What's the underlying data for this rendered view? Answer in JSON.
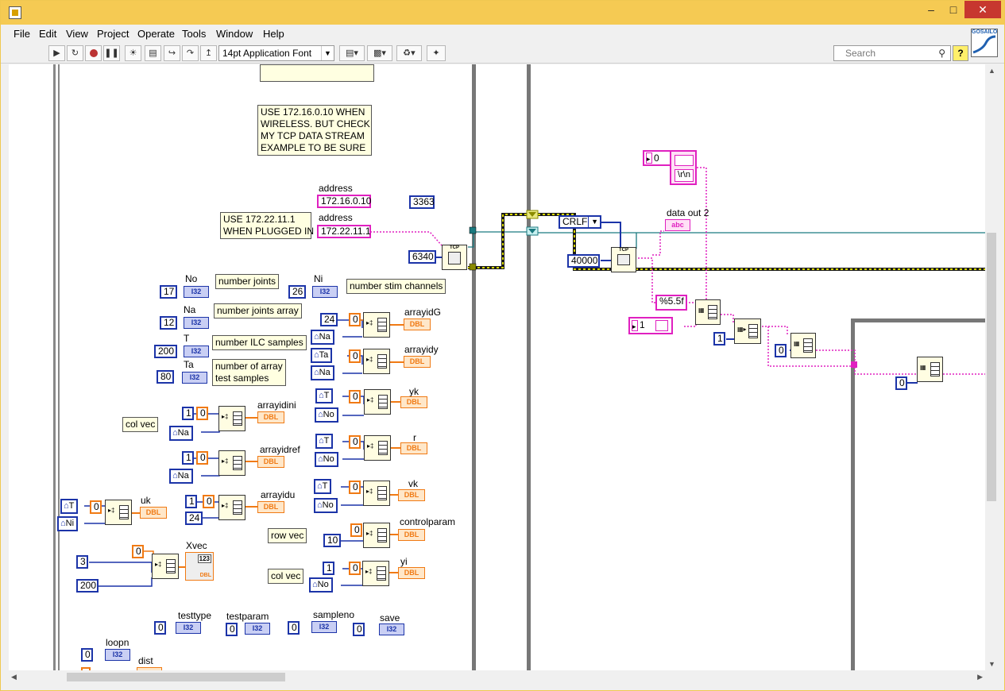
{
  "window": {
    "minimize": "–",
    "maximize": "□",
    "close": "✕"
  },
  "menu": [
    "File",
    "Edit",
    "View",
    "Project",
    "Operate",
    "Tools",
    "Window",
    "Help"
  ],
  "toolbar": {
    "font": "14pt Application Font",
    "search_placeholder": "Search",
    "help_label": "?",
    "icon_text": "GOSAILO"
  },
  "diagram": {
    "comments": {
      "wireless": "USE 172.16.0.10 WHEN\nWIRELESS. BUT CHECK\nMY TCP DATA STREAM\nEXAMPLE TO BE SURE",
      "plugged": "USE 172.22.11.1\nWHEN PLUGGED IN",
      "number_joints": "number joints",
      "number_joints_array": "number joints array",
      "number_ilc": "number ILC samples",
      "number_array_test": "number of array\ntest samples",
      "number_stim": "number stim channels",
      "col_vec_1": "col vec",
      "row_vec": "row vec",
      "col_vec_2": "col vec"
    },
    "address": {
      "label1": "address",
      "value1": "172.16.0.10",
      "label2": "address",
      "value2": "172.22.11.1",
      "port1": "3363",
      "port2": "6340"
    },
    "controls": {
      "No": {
        "label": "No",
        "value": "17"
      },
      "Na": {
        "label": "Na",
        "value": "12"
      },
      "T": {
        "label": "T",
        "value": "200"
      },
      "Ta": {
        "label": "Ta",
        "value": "80"
      },
      "Ni": {
        "label": "Ni",
        "value": "26"
      }
    },
    "type_i32": "I32",
    "type_dbl": "DBL",
    "type_str": "abc",
    "arrays": {
      "arrayidG": {
        "label": "arrayidG",
        "c1": "24",
        "c2": "0",
        "p": "Na"
      },
      "arrayidy": {
        "label": "arrayidy",
        "p1": "Ta",
        "c2": "0",
        "p2": "Na"
      },
      "yk": {
        "label": "yk",
        "p1": "T",
        "c2": "0",
        "p2": "No"
      },
      "r": {
        "label": "r",
        "p1": "T",
        "c2": "0",
        "p2": "No"
      },
      "vk": {
        "label": "vk",
        "p1": "T",
        "c2": "0",
        "p2": "No"
      },
      "controlparam": {
        "label": "controlparam",
        "c1": "10",
        "c2": "0"
      },
      "yi": {
        "label": "yi",
        "c1": "1",
        "c2": "0",
        "p": "No"
      },
      "arrayidini": {
        "label": "arrayidini",
        "c1": "1",
        "c2": "0",
        "p": "Na"
      },
      "arrayidref": {
        "label": "arrayidref",
        "c1": "1",
        "c2": "0",
        "p": "Na"
      },
      "arrayidu": {
        "label": "arrayidu",
        "c1": "1",
        "c2": "0",
        "c3": "24"
      },
      "uk": {
        "label": "uk",
        "p1": "T",
        "c2": "0",
        "p2": "Ni"
      },
      "Xvec": {
        "label": "Xvec",
        "c1": "3",
        "c2": "0",
        "c3": "200",
        "ind": "123"
      }
    },
    "bottom": {
      "testtype": {
        "label": "testtype",
        "value": "0"
      },
      "testparam": {
        "label": "testparam",
        "value": "0"
      },
      "sampleno": {
        "label": "sampleno",
        "value": "0"
      },
      "save": {
        "label": "save",
        "value": "0"
      },
      "loopn": {
        "label": "loopn",
        "value": "0"
      },
      "dist": {
        "label": "dist"
      }
    },
    "right": {
      "crlf": "CRLF",
      "timeout": "40000",
      "data_out_label": "data out 2",
      "zero_top": "0",
      "rn": "\\r\\n",
      "fmt": "%5.5f",
      "one_a": "1",
      "one_b": "1",
      "zero_a": "0",
      "zero_b": "0"
    }
  }
}
